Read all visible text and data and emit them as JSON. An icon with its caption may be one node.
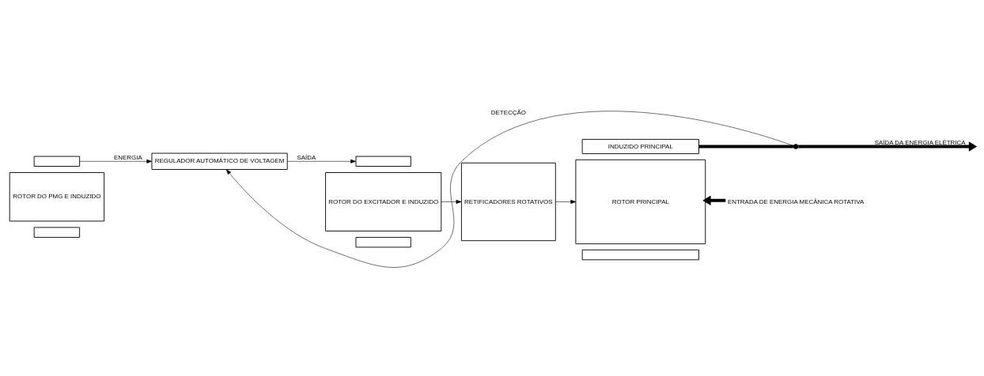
{
  "diagram": {
    "nodes": [
      {
        "text": [
          "REGULADOR AUTOMÁTICO DE VOLTAGEM"
        ]
      },
      {
        "text": [],
        "shape": "circle"
      },
      {
        "text": [
          "INDUZIDO PRINCIPAL"
        ]
      },
      {
        "text": [],
        "shape": "box"
      },
      {
        "text": [],
        "shape": "box"
      },
      {
        "text": [
          "ROTOR DO PMG E INDUZIDO"
        ]
      },
      {
        "text": [
          "ROTOR DO EXCITADOR E INDUZIDO"
        ]
      },
      {
        "text": [
          "RETIFICADORES ROTATIVOS"
        ]
      },
      {
        "text": [
          "ROTOR PRINCIPAL"
        ]
      },
      {
        "text": [
          "ENTRADA DE ENERGIA MECÂNICA ROTATIVA"
        ]
      },
      {
        "text": [],
        "shape": "box"
      },
      {
        "text": [],
        "shape": "box"
      },
      {
        "text": [],
        "shape": "box"
      }
    ],
    "edges": [
      {
        "from": 3,
        "to": 0,
        "label": "ENERGIA",
        "arrow": "to"
      },
      {
        "from": 0,
        "to": 4,
        "label": "SAÍDA",
        "arrow": "to"
      },
      {
        "from": 6,
        "to": 7,
        "arrow": "to"
      },
      {
        "from": 7,
        "to": 8,
        "arrow": "to"
      },
      {
        "from": 2,
        "to": 1,
        "arrow": "none",
        "style": "thick"
      },
      {
        "from": 1,
        "to": 0,
        "label": "DETECÇÃO",
        "arrow": "to"
      },
      {
        "from": 1,
        "to": null,
        "label": "SAÍDA DA ENERGIA ELÉTRICA",
        "arrow": "to",
        "style": "thick"
      },
      {
        "from": 9,
        "to": 8,
        "arrow": "to",
        "style": "thick"
      }
    ]
  }
}
